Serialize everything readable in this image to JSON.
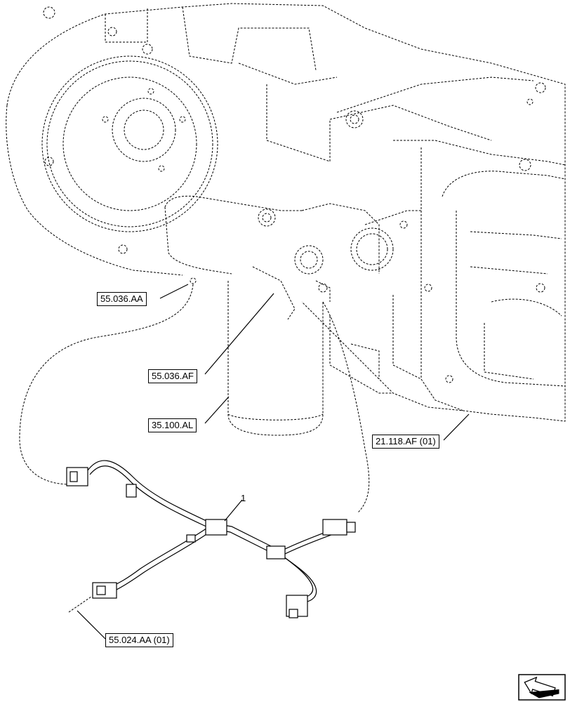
{
  "labels": {
    "oil_pressure_switch_ref": "55.036.AA",
    "sensor_ref": "55.036.AF",
    "filter_ref": "35.100.AL",
    "transmission_ref": "21.118.AF (01)",
    "harness_ref": "55.024.AA (01)"
  },
  "callout": "1",
  "icons": {
    "navigation": "next-page-arrow-icon"
  },
  "colors": {
    "line": "#000000",
    "background": "#ffffff"
  }
}
